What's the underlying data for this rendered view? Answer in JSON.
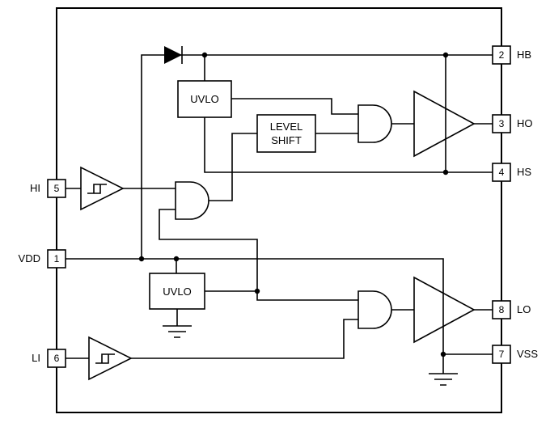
{
  "diagram": {
    "colors": {
      "stroke": "#000000",
      "background": "#ffffff"
    },
    "pins": {
      "hi": {
        "number": "5",
        "label": "HI"
      },
      "vdd": {
        "number": "1",
        "label": "VDD"
      },
      "li": {
        "number": "6",
        "label": "LI"
      },
      "hb": {
        "number": "2",
        "label": "HB"
      },
      "ho": {
        "number": "3",
        "label": "HO"
      },
      "hs": {
        "number": "4",
        "label": "HS"
      },
      "lo": {
        "number": "8",
        "label": "LO"
      },
      "vss": {
        "number": "7",
        "label": "VSS"
      }
    },
    "blocks": {
      "uvlo_high": {
        "label": "UVLO"
      },
      "level_shift": {
        "line1": "LEVEL",
        "line2": "SHIFT"
      },
      "uvlo_low": {
        "label": "UVLO"
      }
    }
  }
}
